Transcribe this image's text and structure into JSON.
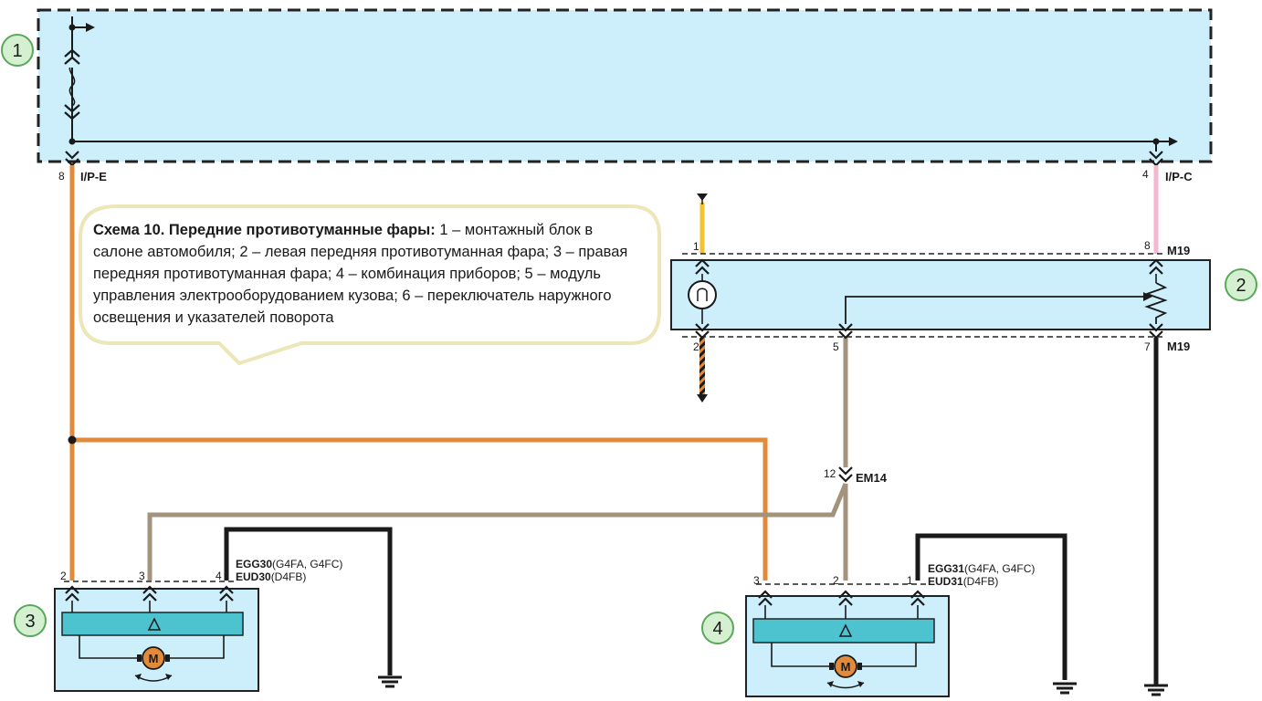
{
  "caption": {
    "title": "Схема 10. Передние противотуманные фары:",
    "text": " 1 – монтажный блок в салоне автомобиля; 2 – левая передняя противотуманная фара; 3 – правая передняя противотуманная фара; 4 – комбинация приборов; 5 – модуль управления электрооборудованием кузова; 6 – переключатель наружного освещения и указателей поворота"
  },
  "callouts": {
    "c1": "1",
    "c2": "2",
    "c3": "3",
    "c4": "4"
  },
  "connectors": {
    "ipe": "I/P-E",
    "ipc": "I/P-C",
    "m19_top": "M19",
    "m19_bottom": "M19",
    "em14": "EM14",
    "left_code_a": "EGG30",
    "left_engine_a": "(G4FA, G4FC)",
    "left_code_b": "EUD30",
    "left_engine_b": "(D4FB)",
    "right_code_a": "EGG31",
    "right_engine_a": "(G4FA, G4FC)",
    "right_code_b": "EUD31",
    "right_engine_b": "(D4FB)"
  },
  "pins": {
    "ipe": "8",
    "ipc": "4",
    "m19_1": "1",
    "m19_8": "8",
    "m19_2": "2",
    "m19_5": "5",
    "m19_7": "7",
    "em14": "12",
    "l2": "2",
    "l3": "3",
    "l4": "4",
    "r3": "3",
    "r2": "2",
    "r1": "1"
  },
  "motor_label": "M",
  "colors": {
    "panel_fill": "#cdeefb",
    "module_fill": "#4ec3d0",
    "wire_orange": "#e08a3a",
    "wire_tan": "#a3927c",
    "wire_black": "#1a1a1a",
    "wire_yellow": "#f2c230",
    "wire_pink": "#f3b7cf",
    "callout_fill": "#d4f0d0",
    "callout_stroke": "#5ba85b"
  }
}
